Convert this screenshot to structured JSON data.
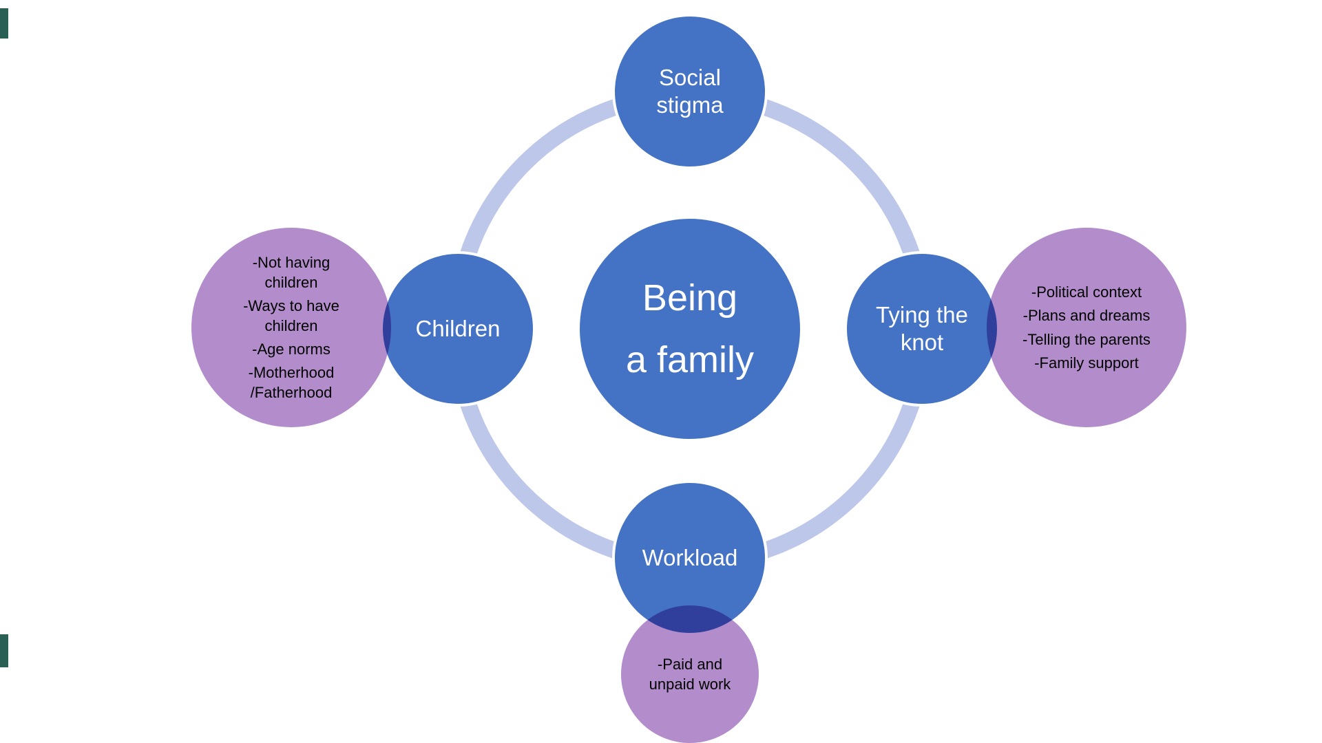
{
  "diagram": {
    "type": "radial-cycle",
    "center": {
      "lines": [
        "Being",
        "a family"
      ]
    },
    "nodes": [
      {
        "id": "social-stigma",
        "label": "Social stigma",
        "position": "top"
      },
      {
        "id": "tying-the-knot",
        "label": "Tying the knot",
        "position": "right"
      },
      {
        "id": "workload",
        "label": "Workload",
        "position": "bottom"
      },
      {
        "id": "children",
        "label": "Children",
        "position": "left"
      }
    ],
    "details": [
      {
        "attached_to": "children",
        "items": [
          "-Not having children",
          "-Ways to have children",
          "-Age norms",
          "-Motherhood /Fatherhood"
        ]
      },
      {
        "attached_to": "tying-the-knot",
        "items": [
          "-Political context",
          "-Plans and dreams",
          "-Telling the parents",
          "-Family support"
        ]
      },
      {
        "attached_to": "workload",
        "items": [
          "-Paid and unpaid work"
        ]
      }
    ],
    "colors": {
      "node_fill": "#4472C4",
      "ring": "#BCC7E9",
      "detail_fill": "#B38CCB",
      "overlap": "#5B51A6",
      "node_text": "#FFFFFF",
      "detail_text": "#000000",
      "edge_marker": "#2A5F54"
    }
  }
}
